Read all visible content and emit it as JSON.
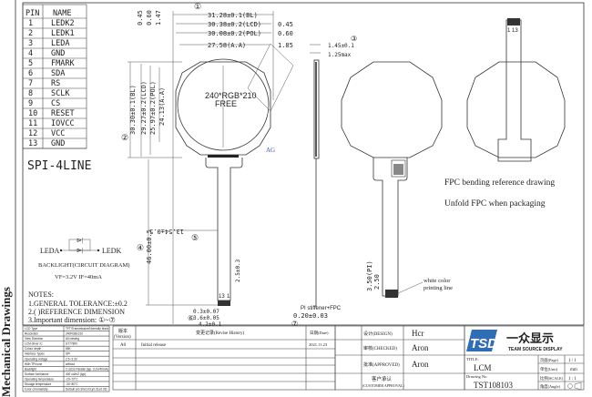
{
  "side_title": "Mechanical Drawings",
  "pin_table": {
    "headers": [
      "PIN",
      "NAME"
    ],
    "rows": [
      [
        "1",
        "LEDK2"
      ],
      [
        "2",
        "LEDK1"
      ],
      [
        "3",
        "LEDA"
      ],
      [
        "4",
        "GND"
      ],
      [
        "5",
        "FMARK"
      ],
      [
        "6",
        "SDA"
      ],
      [
        "7",
        "RS"
      ],
      [
        "8",
        "SCLK"
      ],
      [
        "9",
        "CS"
      ],
      [
        "10",
        "RESET"
      ],
      [
        "11",
        "IOVCC"
      ],
      [
        "12",
        "VCC"
      ],
      [
        "13",
        "GND"
      ]
    ],
    "interface": "SPI-4LINE"
  },
  "front_view": {
    "dims_top": [
      "①",
      "31.28±0.1(BL)",
      "30.38±0.2(LCD)",
      "30.08±0.2(POL)",
      "27.58(A.A)",
      "0.45",
      "0.60",
      "1.85"
    ],
    "dims_left": [
      "0.45",
      "0.60",
      "1.47",
      "30.30±0.1(BL)",
      "29.27±0.2(LCD)",
      "25.97±0.2(POL)",
      "24.13(A.A)",
      "②"
    ],
    "resolution_label": "240*RGB*210",
    "resolution_sub": "FREE",
    "ag_label": "AG",
    "fpc_dims": [
      "46.00±0.5",
      "④",
      "13.54±0.5",
      "⑤",
      "2.5±0.3",
      "0.3±0.07",
      "3.6±0.05",
      "⑥",
      "4.2±0.1",
      "13",
      "1"
    ]
  },
  "side_view": {
    "dims": [
      "③",
      "1.45±0.1",
      "1.25max"
    ],
    "stiffener": "PI stiffener+FPC",
    "stiffener_dim": "0.20±0.03",
    "stiffener_ref": "⑦"
  },
  "back_view": {
    "dims": [
      "3.50(PI)",
      "2.50"
    ],
    "print_note": [
      "white color",
      "printing line"
    ]
  },
  "bent_view": {
    "pin_labels": "1 13",
    "notes": [
      "FPC bending reference drawing",
      "Unfold FPC when packaging"
    ]
  },
  "backlight": {
    "anode": "LEDA",
    "cathode": "LEDK",
    "title": "BACKLIGHT(CIRCUIT DIAGRAM)",
    "spec": "VF=3.2V  IF=40mA"
  },
  "notes": {
    "title": "NOTES:",
    "items": [
      "1.GENERAL TOLERANCE:±0.2",
      "2.(  )REFERENCE DIMENSION",
      "3.Important dimension: ①~⑦"
    ]
  },
  "spec_table": [
    [
      "LCD Type",
      "TFT/Transmissive/Normally black"
    ],
    [
      "Resolution",
      "240RGBx210"
    ],
    [
      "View Direction",
      "All viewing"
    ],
    [
      "LCM driver IC",
      "ST7789V"
    ],
    [
      "Colour depth",
      "65K"
    ],
    [
      "Interface Types",
      "SPI"
    ],
    [
      "Operating voltage",
      "2.5~3.3V"
    ],
    [
      "With TP/none",
      "without"
    ],
    [
      "Backlight",
      "2 LEDs Parallel (typ. 3.2V/40mA)"
    ],
    [
      "Surface luminance",
      "400 cd/m2 (typ)"
    ],
    [
      "Operating temperature",
      "-20~70°C"
    ],
    [
      "Storage temperature",
      "-30~80°C"
    ],
    [
      "Color chromaticity",
      "Default (x0.30±0.03,y0.31±0.03)"
    ]
  ],
  "revision": {
    "version_header": [
      "版本",
      "(Version)"
    ],
    "history_header": "变更记录(Revise History)",
    "date_header": "日期(Date)",
    "rows": [
      {
        "version": "A0",
        "desc": "Initial release",
        "date": "2021.11.23"
      }
    ]
  },
  "signoff": [
    {
      "label": "设计(DESIGN)",
      "value": "Hcr"
    },
    {
      "label": "审核(CHECKED)",
      "value": "Aron"
    },
    {
      "label": "批准(APPROVED)",
      "value": "Aron"
    },
    {
      "label": "客户承认",
      "label2": "(CUSTOMER APPROVAL)",
      "value": ""
    }
  ],
  "company": {
    "logo": "TSD",
    "name_cn": "一众显示",
    "name_en": "TEAM SOURCE DISPLAY",
    "brand_color": "#2f6db5"
  },
  "title_block": {
    "title_label": "TITLE:",
    "title": "LCM",
    "drawing_no_label": "Drawing No.",
    "drawing_no": "TST108103",
    "page_label": "页面(Page)",
    "page": "1 / 1",
    "unit_label": "单位(Unit)",
    "unit": "mm",
    "scale_label": "比例(SCALE)",
    "scale": "1 : 1",
    "angle_label": "角度(Angle)"
  }
}
